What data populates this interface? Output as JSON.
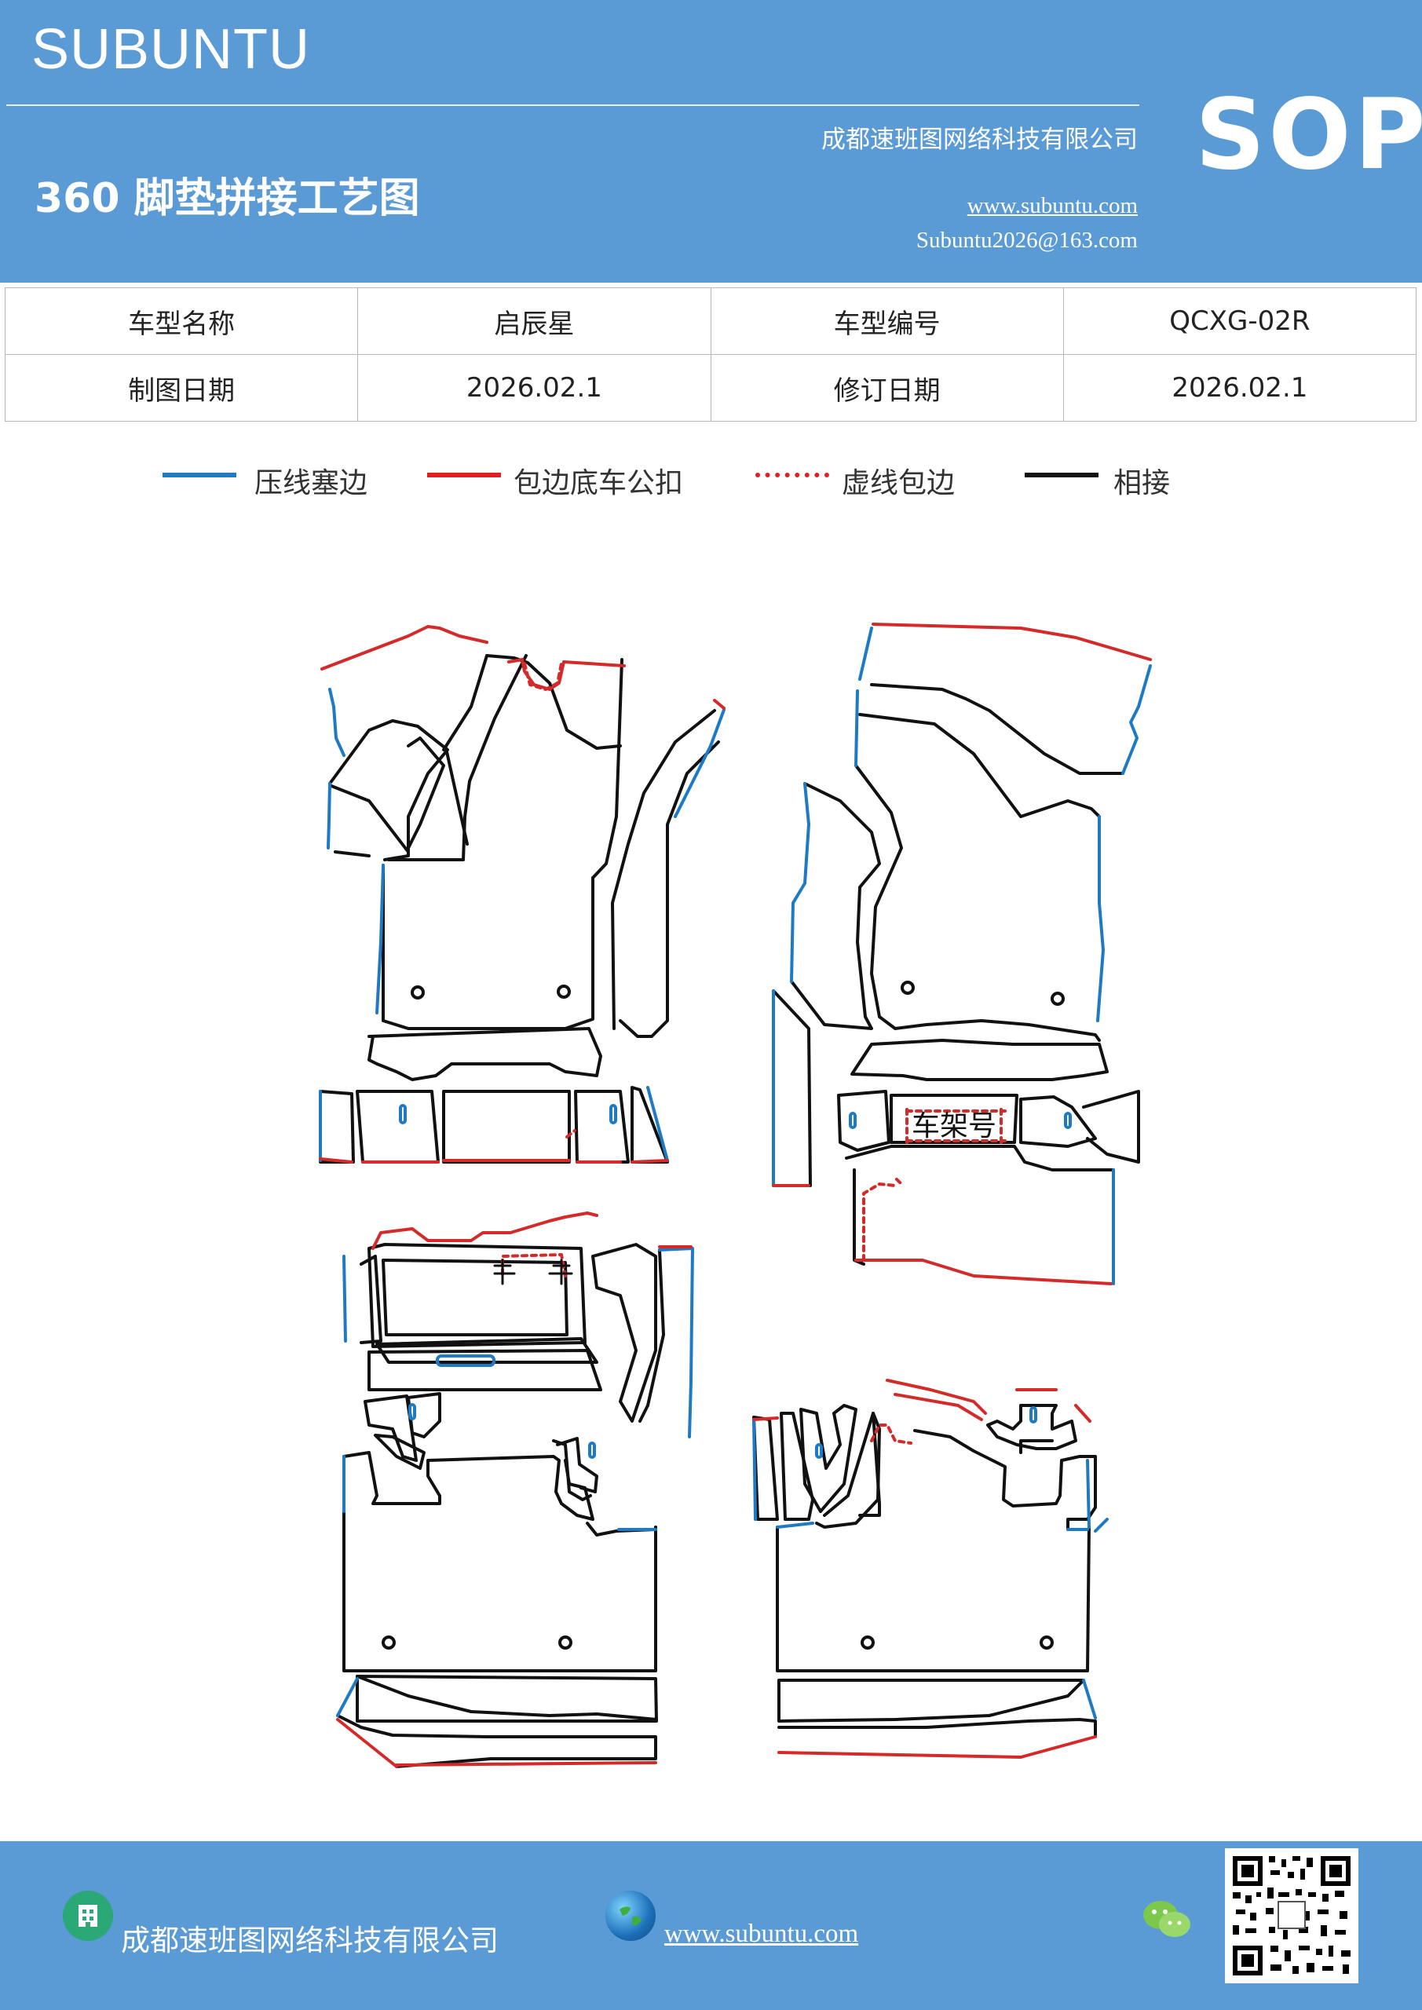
{
  "header": {
    "brand": "SUBUNTU",
    "title": "360 脚垫拼接工艺图",
    "company": "成都速班图网络科技有限公司",
    "website": "www.subuntu.com",
    "email": "Subuntu2026@163.com",
    "badge": "SOP"
  },
  "info_table": {
    "rows": [
      [
        "车型名称",
        "启辰星",
        "车型编号",
        "QCXG-02R"
      ],
      [
        "制图日期",
        "2026.02.1",
        "修订日期",
        "2026.02.1"
      ]
    ]
  },
  "legend": [
    {
      "label": "压线塞边",
      "color": "#1f7ac4",
      "style": "solid"
    },
    {
      "label": "包边底车公扣",
      "color": "#e02020",
      "style": "solid"
    },
    {
      "label": "虚线包边",
      "color": "#e02020",
      "style": "dotted"
    },
    {
      "label": "相接",
      "color": "#111111",
      "style": "solid"
    }
  ],
  "diagram": {
    "vin_label": "车架号",
    "colors": {
      "blue": "#1f7ac4",
      "red": "#d42a2a",
      "black": "#111111"
    }
  },
  "footer": {
    "company": "成都速班图网络科技有限公司",
    "website": "www.subuntu.com",
    "icons": [
      "building-icon",
      "globe-icon",
      "wechat-icon",
      "qr-code"
    ]
  }
}
